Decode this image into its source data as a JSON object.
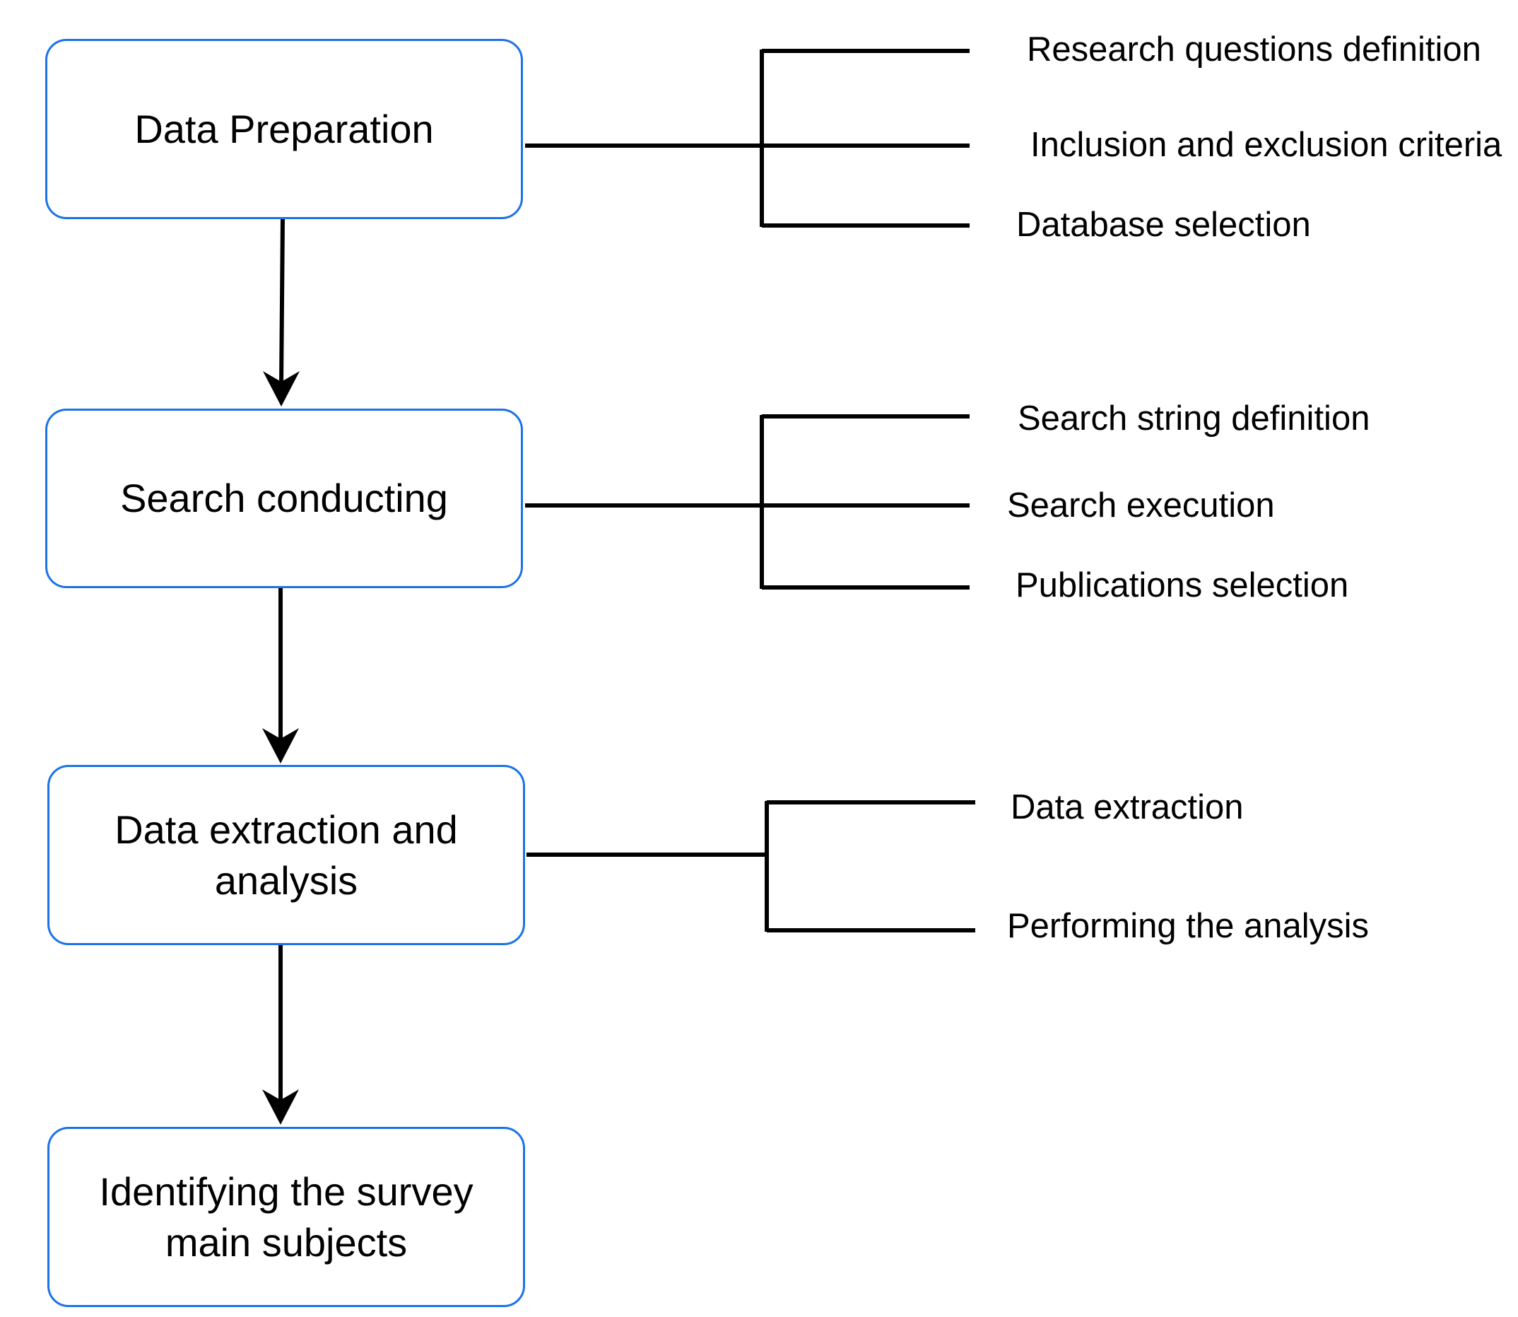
{
  "diagram": {
    "colors": {
      "box_border": "#1a73e8",
      "line": "#000000",
      "text": "#000000"
    },
    "steps": [
      {
        "label": "Data Preparation",
        "substeps": [
          "Research questions definition",
          "Inclusion and exclusion criteria",
          "Database selection"
        ]
      },
      {
        "label": "Search conducting",
        "substeps": [
          "Search string definition",
          "Search execution",
          "Publications selection"
        ]
      },
      {
        "label": "Data extraction and analysis",
        "substeps": [
          "Data extraction",
          "Performing the analysis"
        ]
      },
      {
        "label": "Identifying the survey main subjects",
        "substeps": []
      }
    ]
  }
}
